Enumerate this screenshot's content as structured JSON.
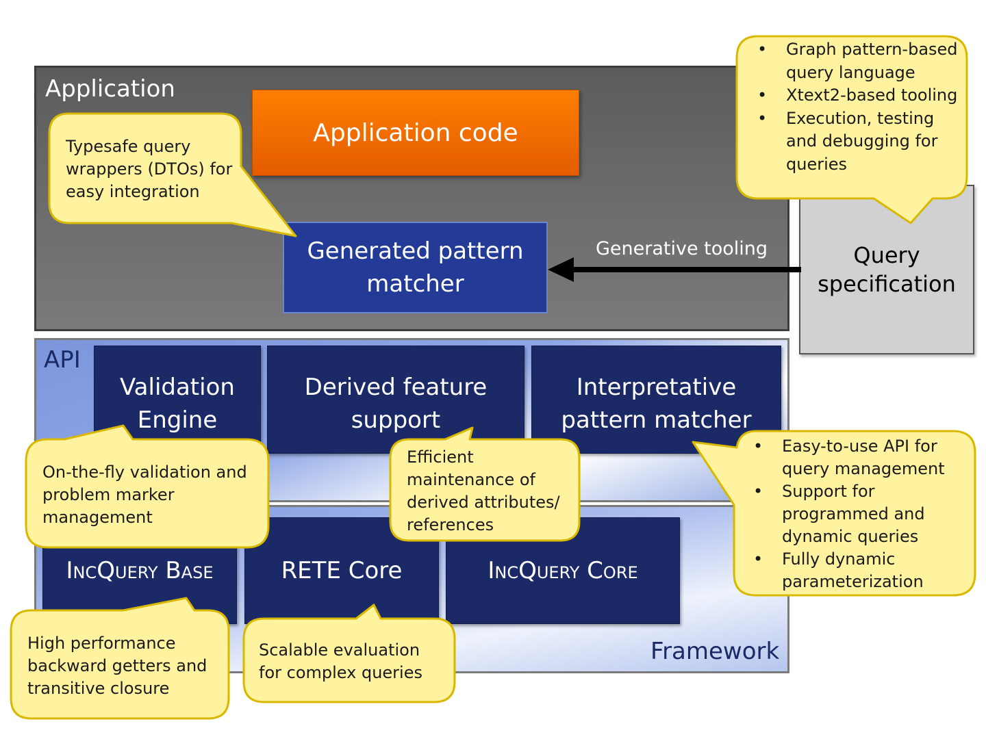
{
  "layers": {
    "application": "Application",
    "api": "API",
    "framework": "Framework"
  },
  "boxes": {
    "application_code": "Application code",
    "generated_matcher": "Generated pattern matcher",
    "query_spec": "Query specification",
    "validation_engine": "Validation Engine",
    "derived_feature": "Derived feature support",
    "interpretative_matcher": "Interpretative pattern matcher",
    "incquery_base": "IncQuery Base",
    "rete_core": "RETE Core",
    "incquery_core": "IncQuery Core"
  },
  "arrow_label": "Generative tooling",
  "callouts": {
    "dtos": "Typesafe query wrappers (DTOs) for easy integration",
    "query_language": [
      "Graph pattern-based query language",
      "Xtext2-based tooling",
      "Execution, testing and debugging for queries"
    ],
    "validation": "On-the-fly validation and problem marker management",
    "derived": "Efficient maintenance of derived attributes/ references",
    "api": [
      "Easy-to-use API for query management",
      "Support for programmed and dynamic queries",
      "Fully dynamic parameterization"
    ],
    "base": "High performance backward getters and transitive closure",
    "rete": "Scalable evaluation for complex queries"
  },
  "colors": {
    "application_layer": "#666666",
    "application_code": "#ff7300",
    "generated_matcher": "#233a96",
    "component": "#1b2a66",
    "callout_fill": "#fff3a0",
    "callout_border": "#d9b800",
    "query_spec": "#d1d1d3"
  }
}
